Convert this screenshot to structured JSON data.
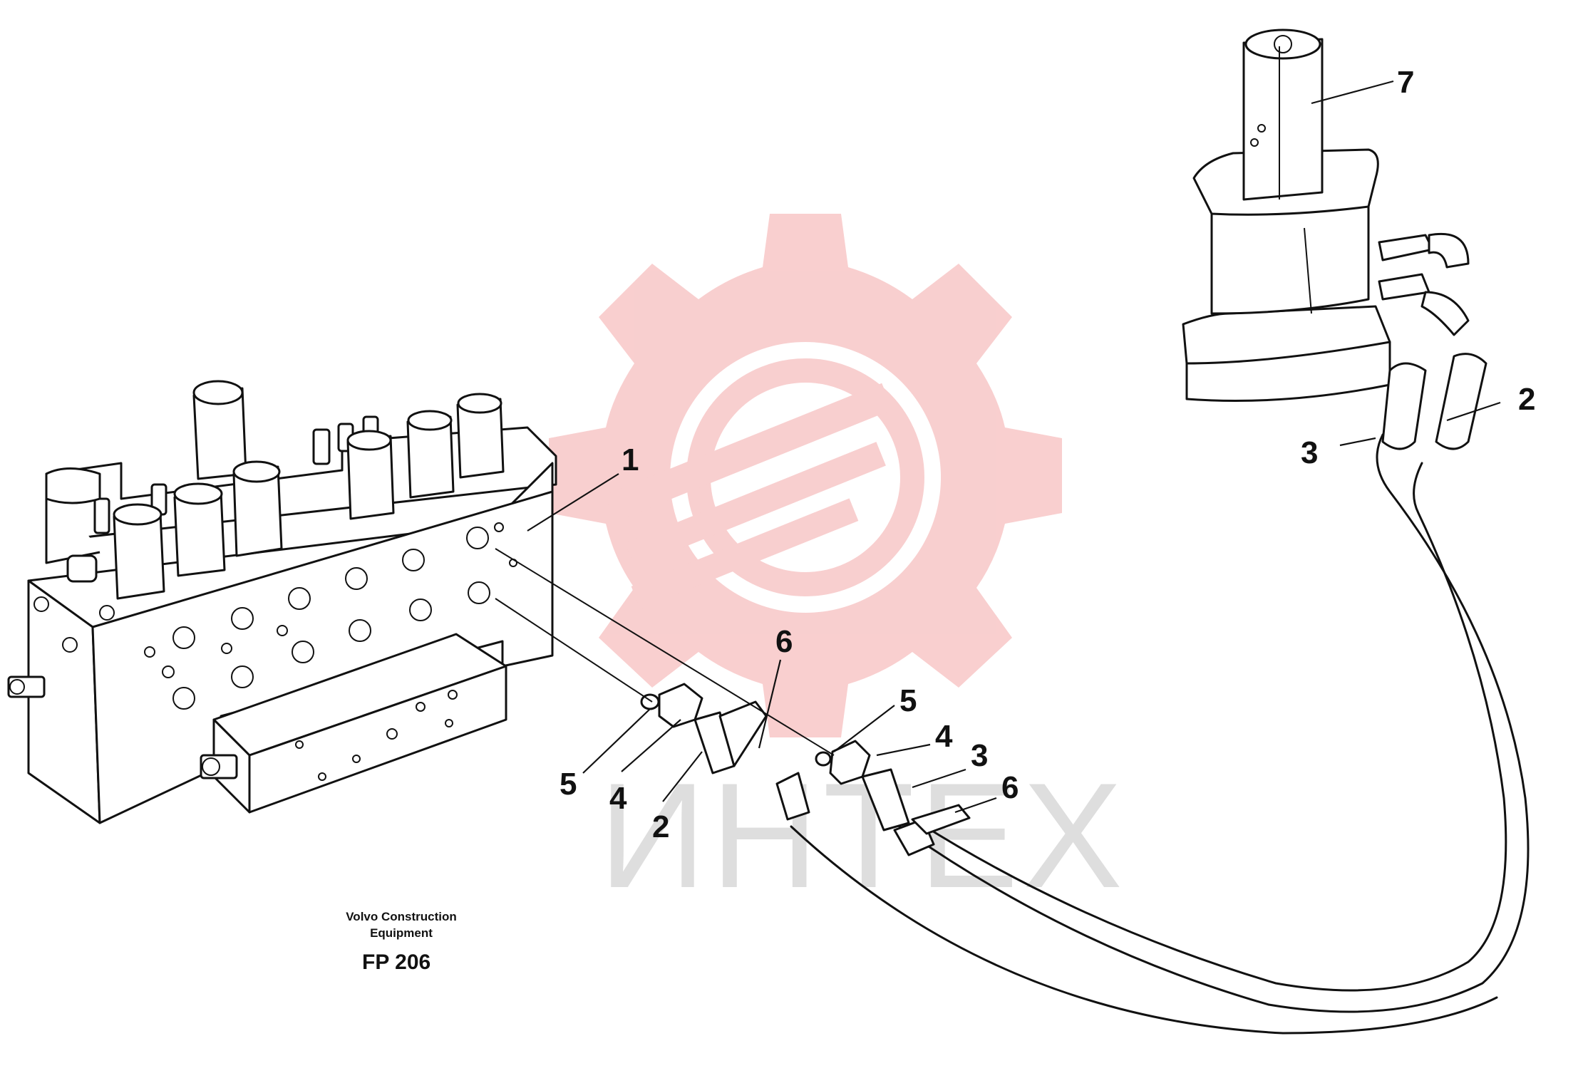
{
  "diagram": {
    "callouts": [
      {
        "id": "c1",
        "label": "1"
      },
      {
        "id": "c7",
        "label": "7"
      },
      {
        "id": "c2-top",
        "label": "2"
      },
      {
        "id": "c3-top",
        "label": "3"
      },
      {
        "id": "c6-left",
        "label": "6"
      },
      {
        "id": "c5-left",
        "label": "5"
      },
      {
        "id": "c4-left",
        "label": "4"
      },
      {
        "id": "c2-left",
        "label": "2"
      },
      {
        "id": "c5-right",
        "label": "5"
      },
      {
        "id": "c4-right",
        "label": "4"
      },
      {
        "id": "c3-right",
        "label": "3"
      },
      {
        "id": "c6-right",
        "label": "6"
      }
    ],
    "credit_line1": "Volvo Construction",
    "credit_line2": "Equipment",
    "figure_code": "FP 206",
    "watermark_text": "ИНТЕХ"
  },
  "colors": {
    "line": "#111111",
    "watermark_gear": "#f7c8c8",
    "watermark_text": "#dedede",
    "background": "#ffffff"
  }
}
